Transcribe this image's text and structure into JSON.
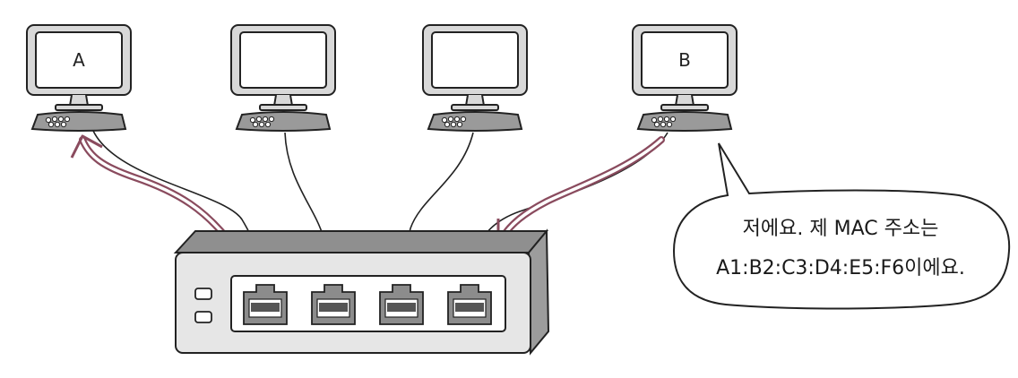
{
  "computers": [
    {
      "label": "A"
    },
    {
      "label": ""
    },
    {
      "label": ""
    },
    {
      "label": "B"
    }
  ],
  "bubble": {
    "line1": "저에요. 제 MAC 주소는",
    "line2": "A1:B2:C3:D4:E5:F6이에요."
  },
  "colors": {
    "outline": "#222222",
    "screen": "#ffffff",
    "monitor_body": "#d8d8d8",
    "keyboard": "#9a9a9a",
    "switch_top": "#8f8f8f",
    "switch_body": "#e6e6e6",
    "port": "#8c8c8c",
    "frame_arrow": "#8a4b5e",
    "bubble_fill": "#ffffff"
  }
}
